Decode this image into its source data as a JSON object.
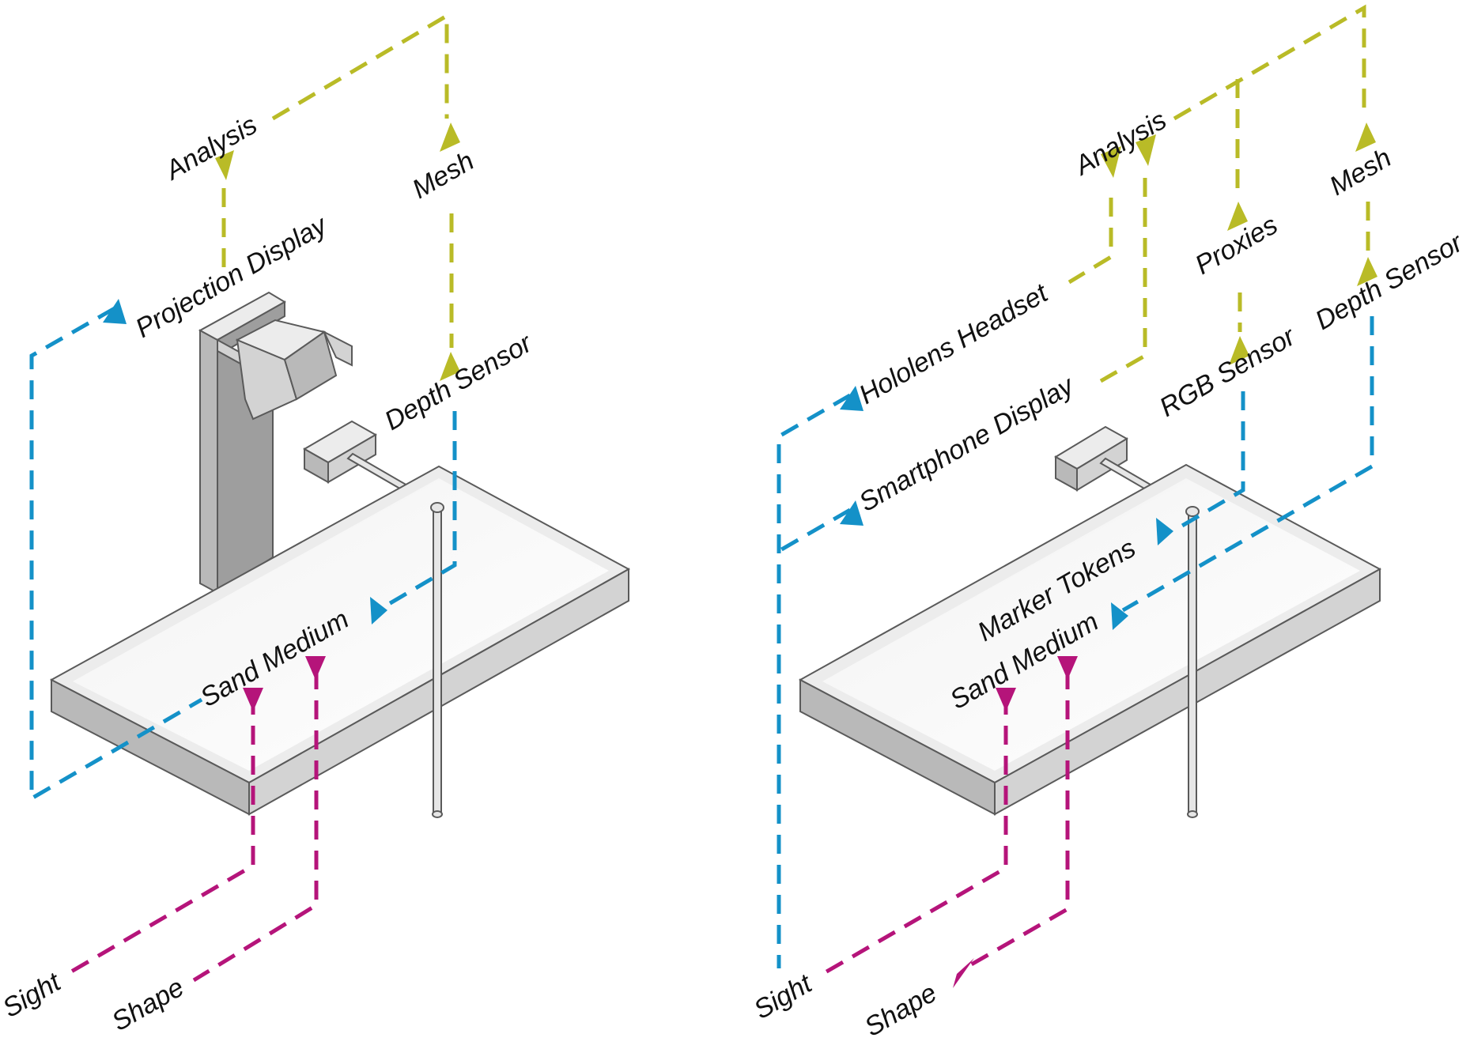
{
  "colors": {
    "data_flow": "#b9bb27",
    "sensing_flow": "#1491c8",
    "human_flow": "#b5147a",
    "hardware": "#c8c8c8",
    "label_text": "#111111"
  },
  "legend_semantics": {
    "data_flow": "olive dashed line",
    "sensing_flow": "blue dashed line",
    "human_flow": "magenta dashed line"
  },
  "left_panel": {
    "labels": {
      "analysis": "Analysis",
      "mesh": "Mesh",
      "projection_display": "Projection Display",
      "depth_sensor": "Depth Sensor",
      "sand_medium": "Sand Medium",
      "sight": "Sight",
      "shape": "Shape"
    },
    "hardware": [
      "Projector Stand",
      "Depth Sensor Unit",
      "Sandbox"
    ]
  },
  "right_panel": {
    "labels": {
      "analysis": "Analysis",
      "mesh": "Mesh",
      "proxies": "Proxies",
      "hololens_headset": "Hololens Headset",
      "smartphone_display": "Smartphone Display",
      "rgb_sensor": "RGB Sensor",
      "depth_sensor": "Depth Sensor",
      "marker_tokens": "Marker Tokens",
      "sand_medium": "Sand Medium",
      "sight": "Sight",
      "shape": "Shape"
    },
    "hardware": [
      "Sensor Unit",
      "Sandbox"
    ]
  }
}
